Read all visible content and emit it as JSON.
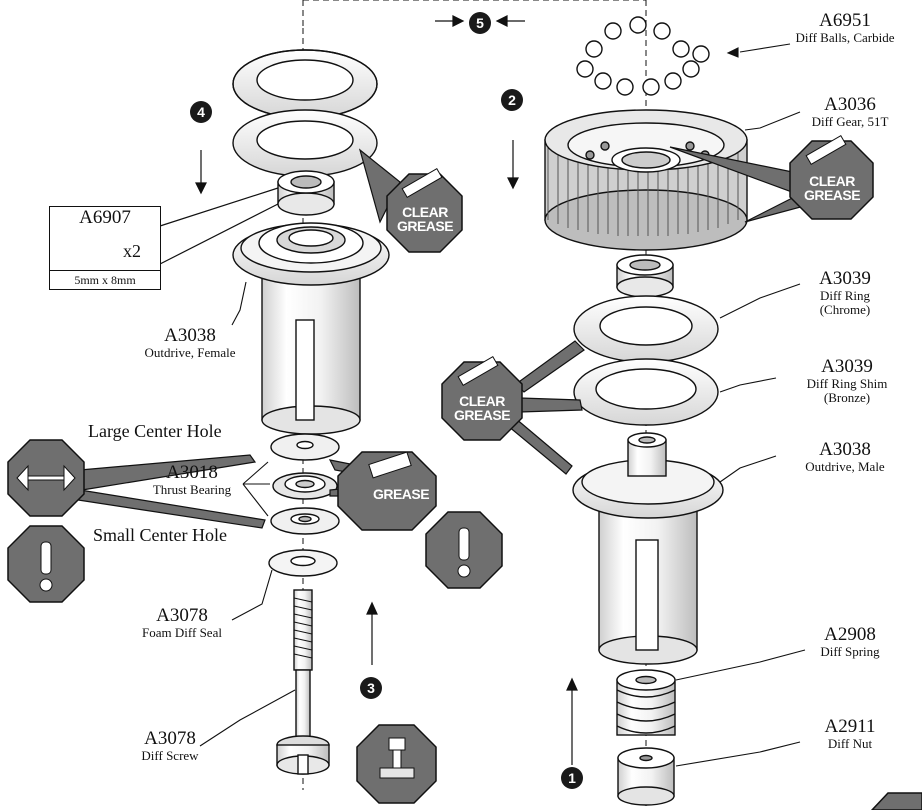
{
  "steps": [
    "1",
    "2",
    "3",
    "4",
    "5"
  ],
  "grease": {
    "clear_line1": "CLEAR",
    "clear_line2": "GREASE",
    "plain": "GREASE"
  },
  "bearing_box": {
    "part": "A6907",
    "qty": "x2",
    "size": "5mm x 8mm"
  },
  "labels": {
    "a6951": {
      "part": "A6951",
      "desc": "Diff Balls, Carbide"
    },
    "a3036": {
      "part": "A3036",
      "desc": "Diff Gear, 51T"
    },
    "a3039_ring": {
      "part": "A3039",
      "desc": "Diff Ring",
      "desc2": "(Chrome)"
    },
    "a3039_shim": {
      "part": "A3039",
      "desc": "Diff Ring Shim",
      "desc2": "(Bronze)"
    },
    "a3038_male": {
      "part": "A3038",
      "desc": "Outdrive, Male"
    },
    "a2908": {
      "part": "A2908",
      "desc": "Diff Spring"
    },
    "a2911": {
      "part": "A2911",
      "desc": "Diff Nut"
    },
    "a3038_female": {
      "part": "A3038",
      "desc": "Outdrive, Female"
    },
    "a3018": {
      "part": "A3018",
      "desc": "Thrust Bearing"
    },
    "a3078_seal": {
      "part": "A3078",
      "desc": "Foam Diff Seal"
    },
    "a3078_screw": {
      "part": "A3078",
      "desc": "Diff Screw"
    }
  },
  "notes": {
    "large_hole": "Large Center Hole",
    "small_hole": "Small Center Hole"
  },
  "colors": {
    "badge": "#6f6f6f",
    "ink": "#111111",
    "part_fill": "#ffffff",
    "shade": "#dcdcdc"
  }
}
